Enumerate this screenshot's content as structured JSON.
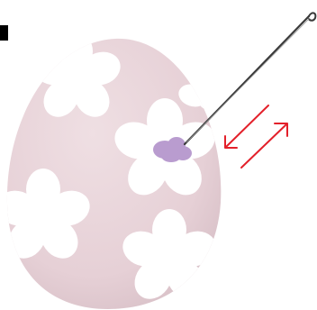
{
  "scene": {
    "subject": "flower-decorated-egg",
    "tool": "hook-needle",
    "motion": "back-and-forth",
    "colors": {
      "egg": "#e7d2d8",
      "egg_shadow": "#d8bfc7",
      "flower": "#ffffff",
      "flower_center": "#b89bcf",
      "needle": "#3a3a3a",
      "arrows": "#e3202a",
      "corner_mark": "#000000"
    }
  }
}
